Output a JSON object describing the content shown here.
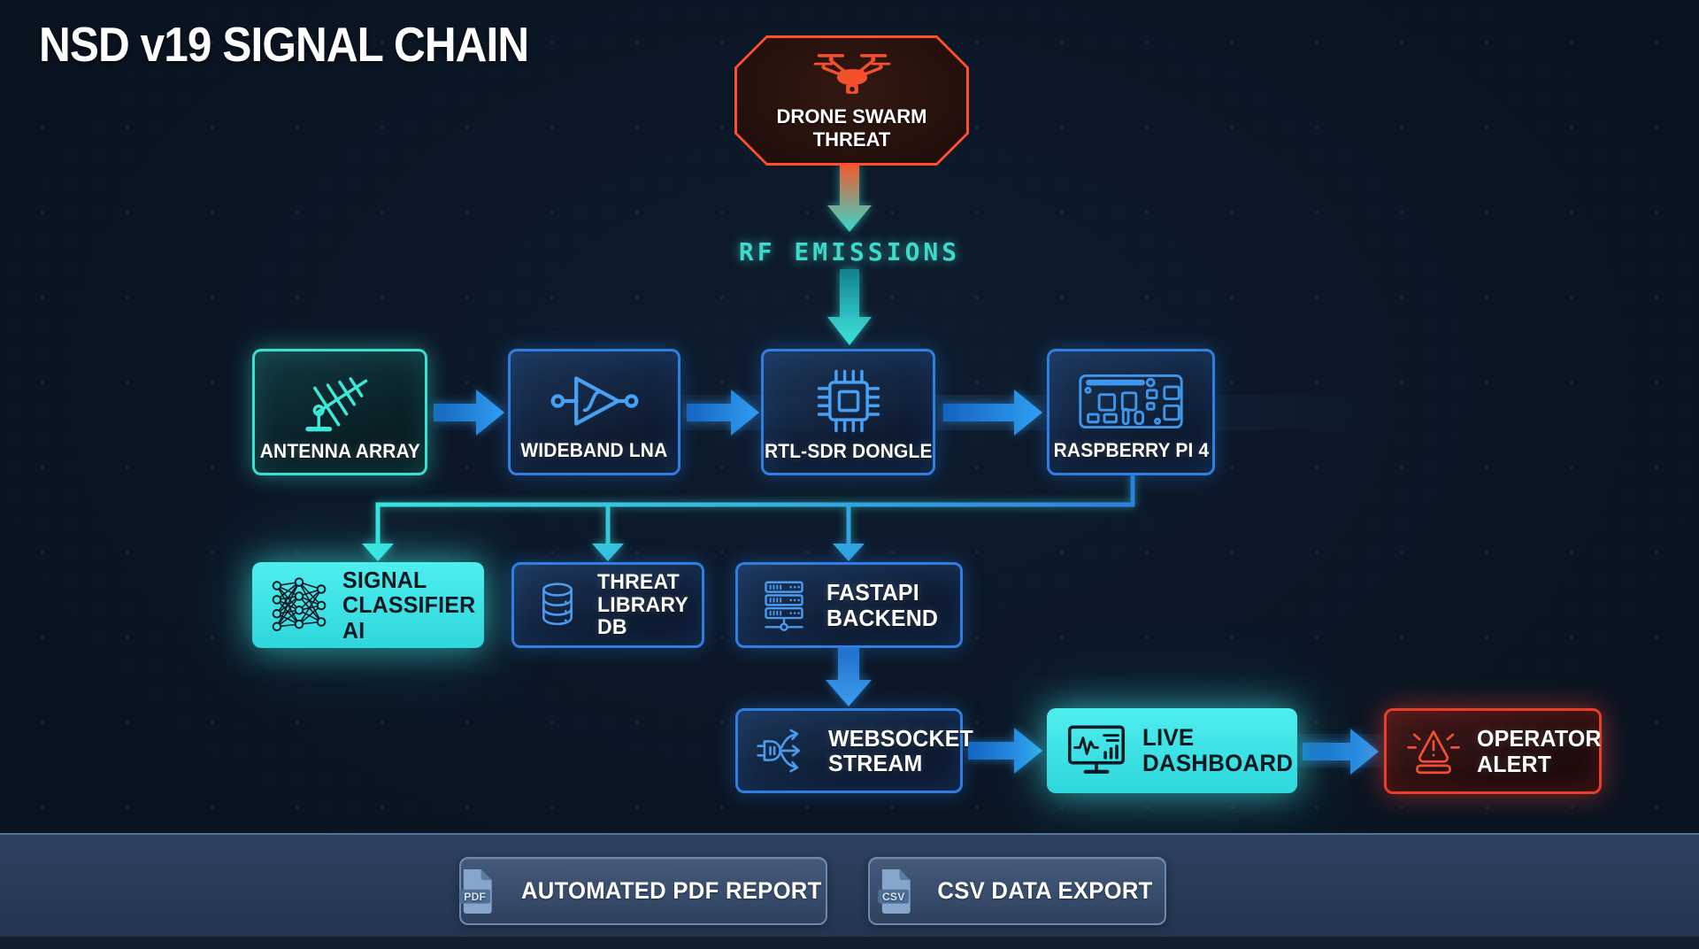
{
  "title": "NSD v19 SIGNAL CHAIN",
  "threat_node": {
    "line1": "DRONE SWARM",
    "line2": "THREAT"
  },
  "rf_emissions_label": "RF EMISSIONS",
  "chain": {
    "antenna": "ANTENNA ARRAY",
    "lna": "WIDEBAND LNA",
    "sdr": "RTL-SDR DONGLE",
    "rpi": "RASPBERRY PI 4"
  },
  "processing": {
    "classifier": [
      "SIGNAL",
      "CLASSIFIER",
      "AI"
    ],
    "threat_db": [
      "THREAT",
      "LIBRARY",
      "DB"
    ],
    "fastapi": [
      "FASTAPI",
      "BACKEND"
    ]
  },
  "output": {
    "websocket": [
      "WEBSOCKET",
      "STREAM"
    ],
    "dashboard": [
      "LIVE",
      "DASHBOARD"
    ],
    "alert": [
      "OPERATOR",
      "ALERT"
    ]
  },
  "footer": {
    "pdf_button": "AUTOMATED PDF REPORT",
    "csv_button": "CSV DATA EXPORT",
    "pdf_badge": "PDF",
    "csv_badge": "CSV"
  },
  "colors": {
    "background": "#0a1421",
    "accent_blue": "#2e7fe0",
    "accent_cyan": "#3ee6e0",
    "accent_teal": "#38e0d0",
    "alert_red": "#ff4f2b",
    "footer_bar": "#263955"
  }
}
